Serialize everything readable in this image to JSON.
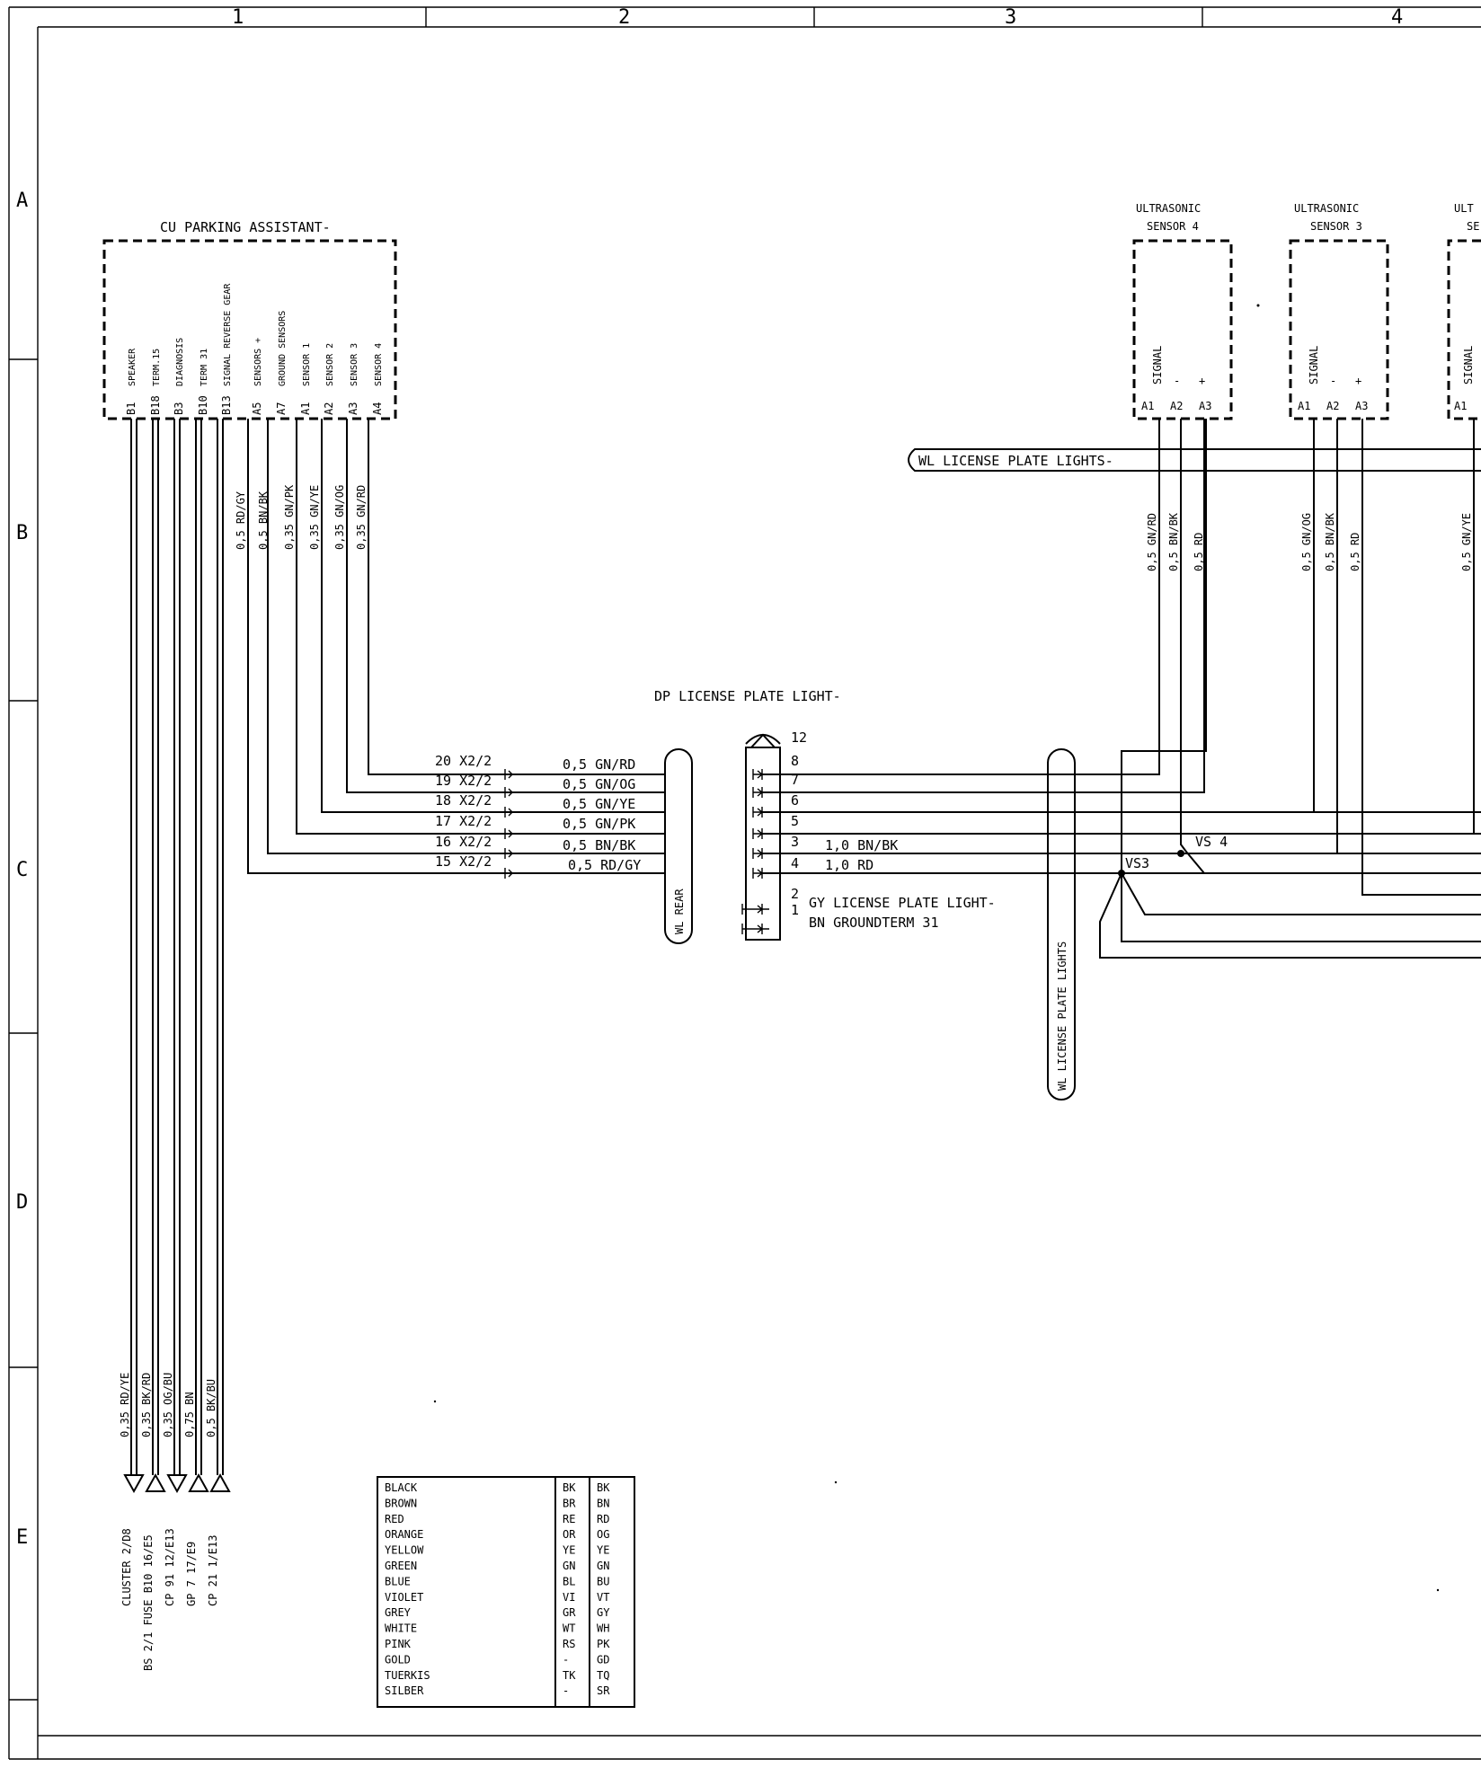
{
  "grid": {
    "columns": [
      "1",
      "2",
      "3",
      "4"
    ],
    "rows": [
      "A",
      "B",
      "C",
      "D",
      "E"
    ]
  },
  "cu": {
    "title": "CU PARKING ASSISTANT-",
    "pin_functions": [
      "SPEAKER",
      "TERM.15",
      "DIAGNOSIS",
      "TERM 31",
      "SIGNAL REVERSE GEAR",
      "SENSORS +",
      "GROUND SENSORS",
      "SENSOR 1",
      "SENSOR 2",
      "SENSOR 3",
      "SENSOR 4"
    ],
    "pins": [
      "B1",
      "B18",
      "B3",
      "B10",
      "B13",
      "A5",
      "A7",
      "A1",
      "A2",
      "A3",
      "A4"
    ],
    "wires": [
      "0,5 RD/GY",
      "0,5 BN/BK",
      "0,35 GN/PK",
      "0,35 GN/YE",
      "0,35 GN/OG",
      "0,35 GN/RD"
    ],
    "bottom_wires": [
      "0,35 RD/YE",
      "0,35 BK/RD",
      "0,35 OG/BU",
      "0,75 BN",
      "0,5 BK/BU"
    ],
    "bottom_labels": [
      "CLUSTER 2/D8",
      "BS 2/1 FUSE B10 16/E5",
      "CP 91 12/E13",
      "GP 7 17/E9",
      "CP 21 1/E13"
    ]
  },
  "sensors": [
    {
      "title1": "ULTRASONIC",
      "title2": "SENSOR 4",
      "pins": [
        "A1",
        "A2",
        "A3"
      ],
      "fn": [
        "SIGNAL",
        "-",
        "+"
      ],
      "wires": [
        "0,5 GN/RD",
        "0,5 BN/BK",
        "0,5 RD"
      ]
    },
    {
      "title1": "ULTRASONIC",
      "title2": "SENSOR 3",
      "pins": [
        "A1",
        "A2",
        "A3"
      ],
      "fn": [
        "SIGNAL",
        "-",
        "+"
      ],
      "wires": [
        "0,5 GN/OG",
        "0,5 BN/BK",
        "0,5 RD"
      ]
    },
    {
      "title1": "ULT",
      "title2": "SE",
      "pins": [
        "A1"
      ],
      "fn": [
        "SIGNAL"
      ],
      "wires": [
        "0,5 GN/YE"
      ]
    }
  ],
  "connector": {
    "title": "DP LICENSE PLATE LIGHT-",
    "top_pin": "12",
    "rows": [
      {
        "label": "20 X2/2",
        "wire": "0,5 GN/RD",
        "pin": "8",
        "right": ""
      },
      {
        "label": "19 X2/2",
        "wire": "0,5 GN/OG",
        "pin": "7",
        "right": ""
      },
      {
        "label": "18 X2/2",
        "wire": "0,5 GN/YE",
        "pin": "6",
        "right": ""
      },
      {
        "label": "17 X2/2",
        "wire": "0,5 GN/PK",
        "pin": "5",
        "right": ""
      },
      {
        "label": "16 X2/2",
        "wire": "0,5 BN/BK",
        "pin": "3",
        "right": "1,0 BN/BK"
      },
      {
        "label": "15 X2/2",
        "wire": "0,5 RD/GY",
        "pin": "4",
        "right": "1,0 RD"
      }
    ],
    "extra": [
      {
        "pin": "2",
        "text": "GY LICENSE PLATE LIGHT-"
      },
      {
        "pin": "1",
        "text": "BN GROUNDTERM 31"
      }
    ]
  },
  "harness": {
    "rear": "WL REAR",
    "plate_vertical": "WL LICENSE PLATE LIGHTS",
    "plate_top": "WL LICENSE PLATE LIGHTS-"
  },
  "splices": {
    "vs4": "VS 4",
    "vs3": "VS3"
  },
  "legend": [
    [
      "BLACK",
      "BK",
      "BK"
    ],
    [
      "BROWN",
      "BR",
      "BN"
    ],
    [
      "RED",
      "RE",
      "RD"
    ],
    [
      "ORANGE",
      "OR",
      "OG"
    ],
    [
      "YELLOW",
      "YE",
      "YE"
    ],
    [
      "GREEN",
      "GN",
      "GN"
    ],
    [
      "BLUE",
      "BL",
      "BU"
    ],
    [
      "VIOLET",
      "VI",
      "VT"
    ],
    [
      "GREY",
      "GR",
      "GY"
    ],
    [
      "WHITE",
      "WT",
      "WH"
    ],
    [
      "PINK",
      "RS",
      "PK"
    ],
    [
      "GOLD",
      "-",
      "GD"
    ],
    [
      "TUERKIS",
      "TK",
      "TQ"
    ],
    [
      "SILBER",
      "-",
      "SR"
    ]
  ]
}
